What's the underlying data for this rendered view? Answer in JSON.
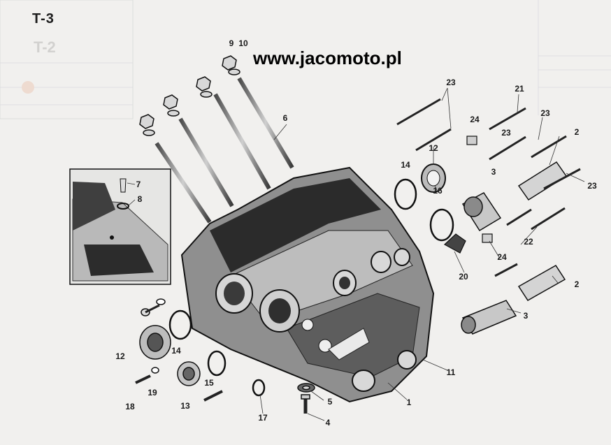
{
  "sheet_code": "T-3",
  "watermark_url": "www.jacomoto.pl",
  "ghost_sheet_code": "T-2",
  "callouts": [
    {
      "id": "c9",
      "label": "9"
    },
    {
      "id": "c10",
      "label": "10"
    },
    {
      "id": "c6",
      "label": "6"
    },
    {
      "id": "c7",
      "label": "7"
    },
    {
      "id": "c8",
      "label": "8"
    },
    {
      "id": "c23a",
      "label": "23"
    },
    {
      "id": "c21",
      "label": "21"
    },
    {
      "id": "c23b",
      "label": "23"
    },
    {
      "id": "c24a",
      "label": "24"
    },
    {
      "id": "c23c",
      "label": "23"
    },
    {
      "id": "c2a",
      "label": "2"
    },
    {
      "id": "c12a",
      "label": "12"
    },
    {
      "id": "c14a",
      "label": "14"
    },
    {
      "id": "c3a",
      "label": "3"
    },
    {
      "id": "c16",
      "label": "16"
    },
    {
      "id": "c23d",
      "label": "23"
    },
    {
      "id": "c22",
      "label": "22"
    },
    {
      "id": "c24b",
      "label": "24"
    },
    {
      "id": "c20",
      "label": "20"
    },
    {
      "id": "c2b",
      "label": "2"
    },
    {
      "id": "c3b",
      "label": "3"
    },
    {
      "id": "c11",
      "label": "11"
    },
    {
      "id": "c12b",
      "label": "12"
    },
    {
      "id": "c14b",
      "label": "14"
    },
    {
      "id": "c19",
      "label": "19"
    },
    {
      "id": "c18",
      "label": "18"
    },
    {
      "id": "c13",
      "label": "13"
    },
    {
      "id": "c15",
      "label": "15"
    },
    {
      "id": "c17",
      "label": "17"
    },
    {
      "id": "c5",
      "label": "5"
    },
    {
      "id": "c4",
      "label": "4"
    },
    {
      "id": "c1",
      "label": "1"
    }
  ]
}
